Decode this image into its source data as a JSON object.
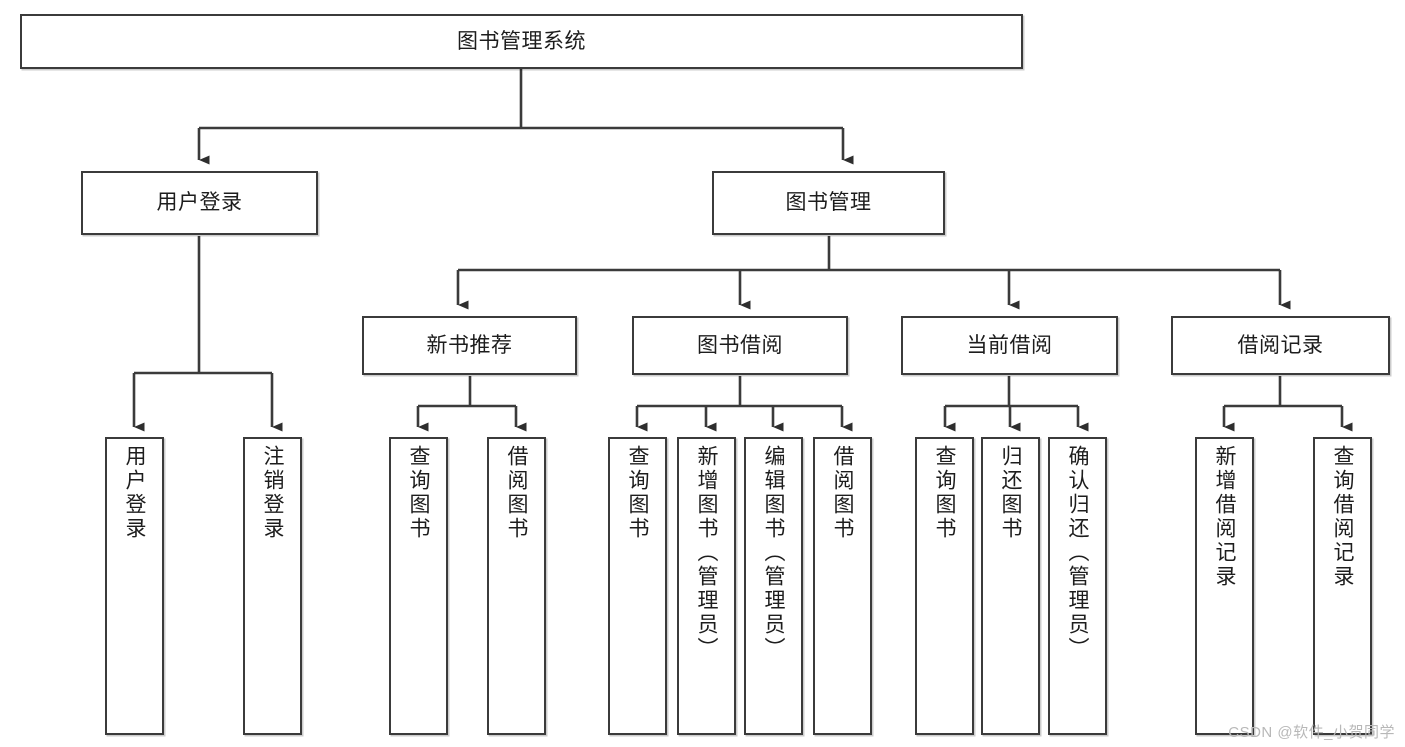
{
  "diagram": {
    "title_node": {
      "label": "图书管理系统"
    },
    "level2": [
      {
        "id": "user-login",
        "label": "用户登录"
      },
      {
        "id": "book-manage",
        "label": "图书管理"
      }
    ],
    "level3": [
      {
        "id": "new-book-rec",
        "label": "新书推荐"
      },
      {
        "id": "book-borrow",
        "label": "图书借阅"
      },
      {
        "id": "current-borrow",
        "label": "当前借阅"
      },
      {
        "id": "borrow-record",
        "label": "借阅记录"
      }
    ],
    "leaves": [
      {
        "id": "leaf-user-login",
        "label": "用户登录",
        "group": "user-login"
      },
      {
        "id": "leaf-logout",
        "label": "注销登录",
        "group": "user-login"
      },
      {
        "id": "leaf-query-book-1",
        "label": "查询图书",
        "group": "new-book-rec"
      },
      {
        "id": "leaf-borrow-book-1",
        "label": "借阅图书",
        "group": "new-book-rec"
      },
      {
        "id": "leaf-query-book-2",
        "label": "查询图书",
        "group": "book-borrow"
      },
      {
        "id": "leaf-add-book",
        "label": "新增图书（管理员）",
        "group": "book-borrow"
      },
      {
        "id": "leaf-edit-book",
        "label": "编辑图书（管理员）",
        "group": "book-borrow"
      },
      {
        "id": "leaf-borrow-book-2",
        "label": "借阅图书",
        "group": "book-borrow"
      },
      {
        "id": "leaf-query-book-3",
        "label": "查询图书",
        "group": "current-borrow"
      },
      {
        "id": "leaf-return-book",
        "label": "归还图书",
        "group": "current-borrow"
      },
      {
        "id": "leaf-confirm-return",
        "label": "确认归还（管理员）",
        "group": "current-borrow"
      },
      {
        "id": "leaf-add-record",
        "label": "新增借阅记录",
        "group": "borrow-record"
      },
      {
        "id": "leaf-query-record",
        "label": "查询借阅记录",
        "group": "borrow-record"
      }
    ],
    "watermark": "CSDN @软件_小贺同学",
    "colors": {
      "stroke": "#3b3b3b",
      "text": "#1d1d1d",
      "background": "#ffffff",
      "watermark": "#b8b8b8"
    }
  }
}
